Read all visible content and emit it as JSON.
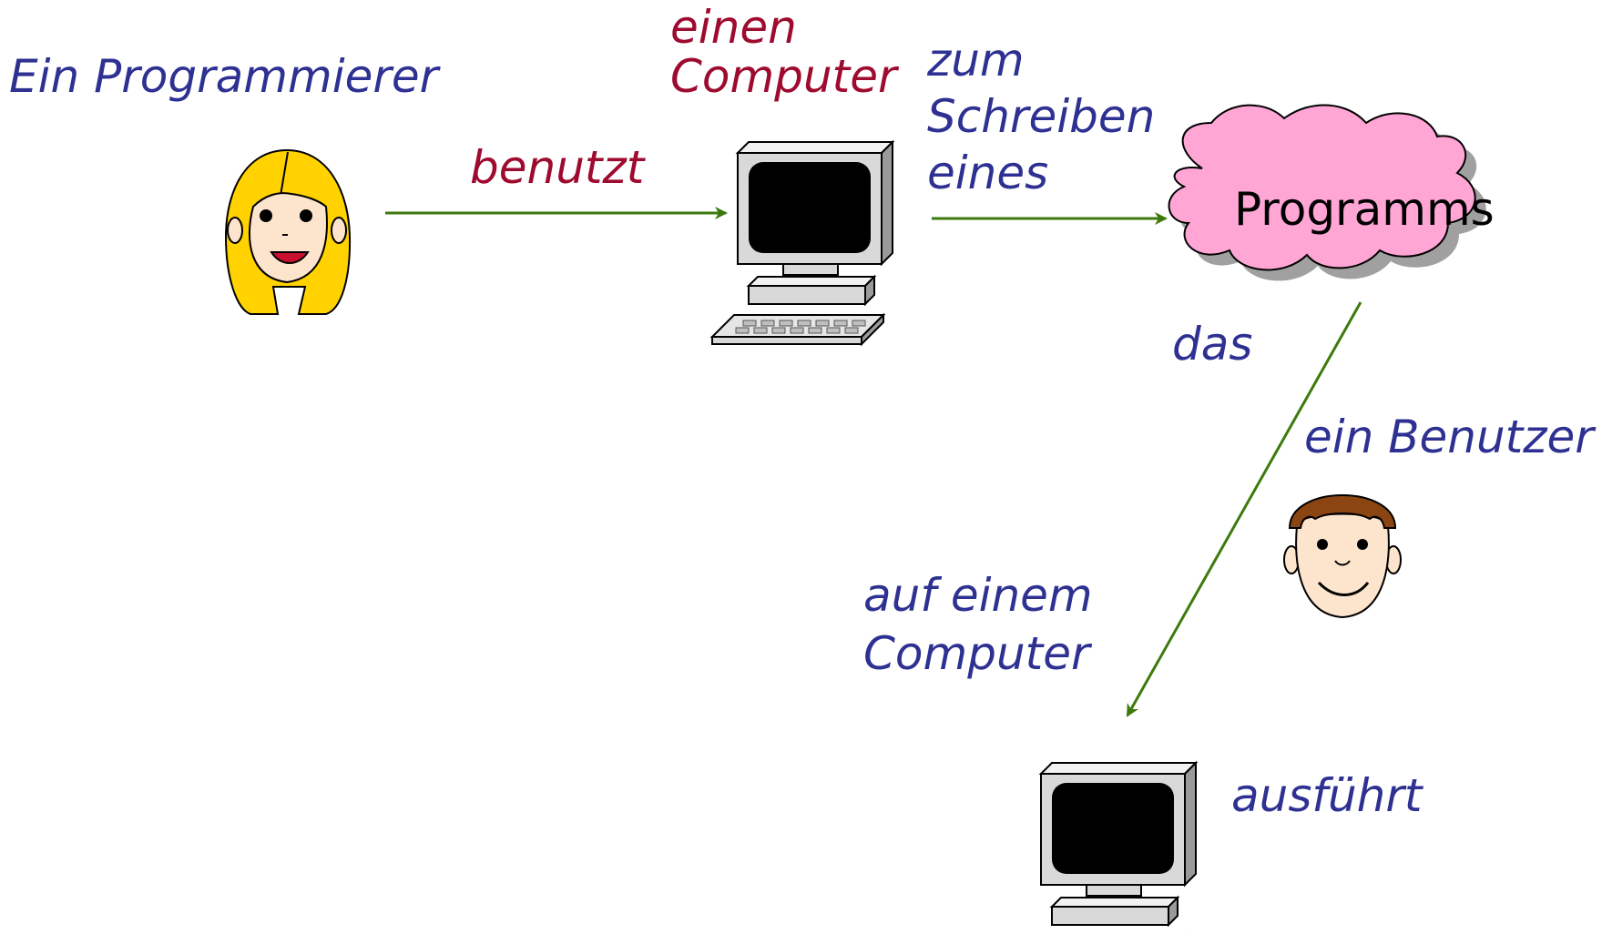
{
  "labels": {
    "programmer": "Ein Programmierer",
    "uses": "benutzt",
    "computer1_line1": "einen",
    "computer1_line2": "Computer",
    "purpose_line1": "zum",
    "purpose_line2": "Schreiben",
    "purpose_line3": "eines",
    "program": "Programms",
    "that": "das",
    "user": "ein Benutzer",
    "on_computer_line1": "auf einem",
    "on_computer_line2": "Computer",
    "executes": "ausführt"
  },
  "colors": {
    "text_blue": "#2e3192",
    "text_red": "#9e0b2f",
    "arrow_green": "#3d7a0e",
    "cloud_fill": "#ffa6d5",
    "cloud_shadow": "#a0a0a0",
    "hair_blonde": "#ffd200",
    "hair_brown": "#8b4513",
    "skin": "#fde4cc"
  },
  "icons": [
    "programmer-face-icon",
    "computer-icon",
    "cloud-icon",
    "user-face-icon"
  ]
}
